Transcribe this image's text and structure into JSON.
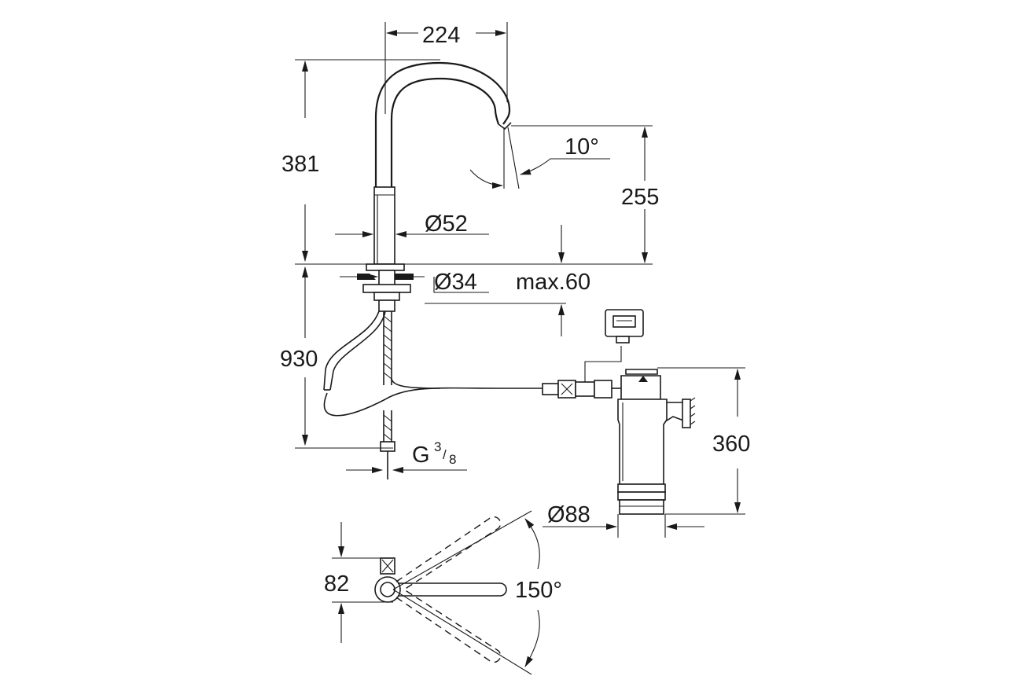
{
  "dimensions": {
    "width_top": "224",
    "spout_height": "381",
    "spout_angle": "10°",
    "outlet_height": "255",
    "body_diameter": "Ø52",
    "hole_diameter": "Ø34",
    "max_thickness": "max.60",
    "hose_length": "930",
    "thread_main": "G",
    "thread_num": "3",
    "thread_den": "8",
    "filter_height": "360",
    "filter_diameter": "Ø88",
    "offset": "82",
    "swivel_angle": "150°"
  }
}
